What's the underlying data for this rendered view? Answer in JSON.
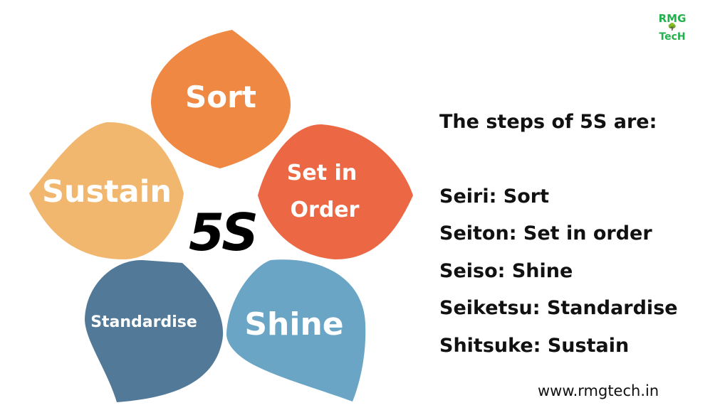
{
  "logo": {
    "line1": "RMG",
    "line2": "TecH",
    "color": "#22b14c"
  },
  "center_label": "5S",
  "petals": [
    {
      "label": "Sort",
      "color": "#ee8843"
    },
    {
      "label_line1": "Set in",
      "label_line2": "Order",
      "color": "#ec6844"
    },
    {
      "label": "Shine",
      "color": "#6aa5c5"
    },
    {
      "label": "Standardise",
      "color": "#527a98"
    },
    {
      "label": "Sustain",
      "color": "#f2b76e"
    }
  ],
  "steps": {
    "title": "The steps of 5S are:",
    "items": [
      "Seiri: Sort",
      "Seiton: Set in order",
      "Seiso: Shine",
      "Seiketsu: Standardise",
      "Shitsuke: Sustain"
    ]
  },
  "website": "www.rmgtech.in"
}
